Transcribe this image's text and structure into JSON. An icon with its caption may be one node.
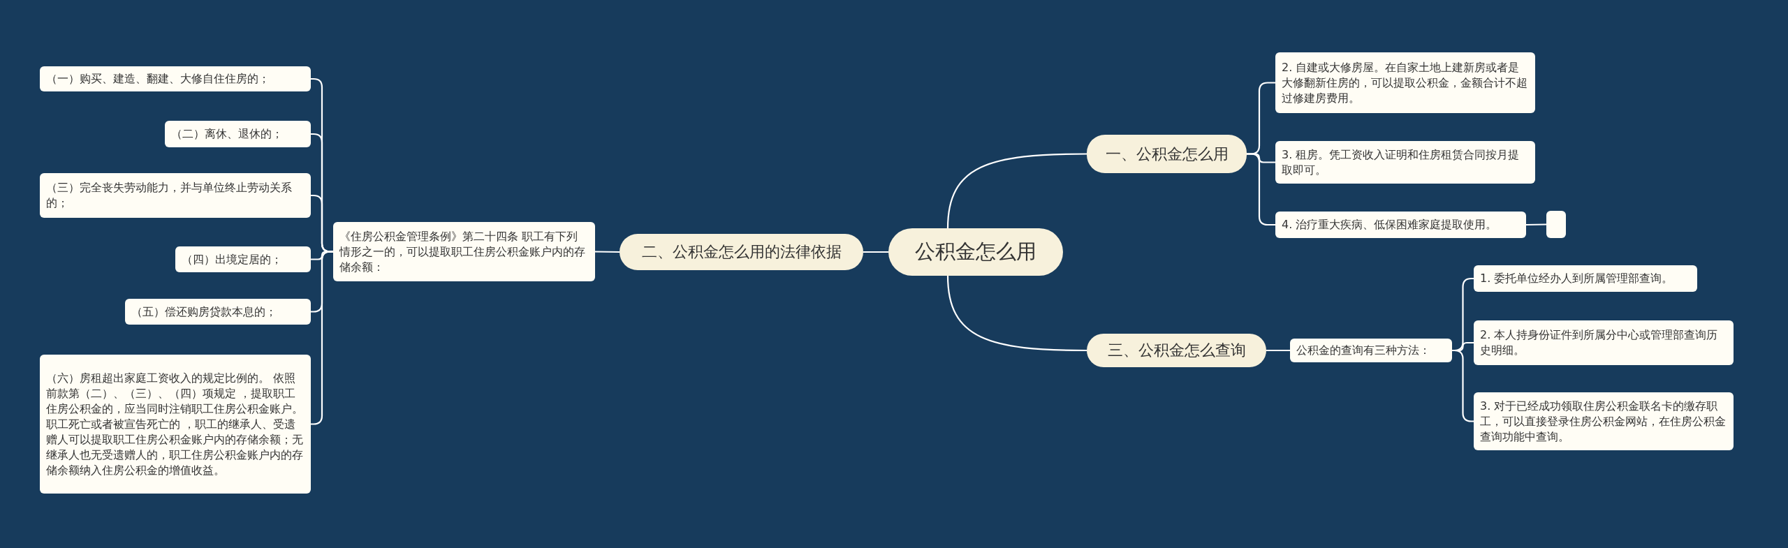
{
  "diagram": {
    "nodes": [
      {
        "text": [
          "公积金怎么用"
        ]
      },
      {
        "text": [
          "一、公积金怎么用"
        ]
      },
      {
        "text": [
          "2. 自建或大修房屋。在自家土地上建新房或者是大修翻新住房的，可以提取公积金，金额合计不超过修建房费用。"
        ]
      },
      {
        "text": [
          "3. 租房。凭工资收入证明和住房租赁合同按月提取即可。"
        ]
      },
      {
        "text": [
          "4. 治疗重大疾病、低保困难家庭提取使用。"
        ]
      },
      {
        "text": [],
        "shape": "box"
      },
      {
        "text": [
          "三、公积金怎么查询"
        ]
      },
      {
        "text": [
          "公积金的查询有三种方法："
        ]
      },
      {
        "text": [
          "1. 委托单位经办人到所属管理部查询。"
        ]
      },
      {
        "text": [
          "2. 本人持身份证件到所属分中心或管理部查询历史明细。"
        ]
      },
      {
        "text": [
          "3. 对于已经成功领取住房公积金联名卡的缴存职工，可以直接登录住房公积金网站，在住房公积金查询功能中查询。"
        ]
      },
      {
        "text": [
          "二、公积金怎么用的法律依据"
        ]
      },
      {
        "text": [
          "《住房公积金管理条例》第二十四条 职工有下列情形之一的，可以提取职工住房公积金账户内的存储余额："
        ]
      },
      {
        "text": [
          "（一）购买、建造、翻建、大修自住住房的；"
        ]
      },
      {
        "text": [
          "（二）离休、退休的；"
        ]
      },
      {
        "text": [
          "（三）完全丧失劳动能力，并与单位终止劳动关系的；"
        ]
      },
      {
        "text": [
          "（四）出境定居的；"
        ]
      },
      {
        "text": [
          "（五）偿还购房贷款本息的；"
        ]
      },
      {
        "text": [
          "（六）房租超出家庭工资收入的规定比例的。 依照前款第（二）、（三）、（四）项规定 ，提取职工住房公积金的，应当同时注销职工住房公积金账户。职工死亡或者被宣告死亡的 ，职工的继承人、受遗赠人可以提取职工住房公积金账户内的存储余额；无继承人也无受遗赠人的，职工住房公积金账户内的存储余额纳入住房公积金的增值收益。"
        ]
      }
    ],
    "edges": [
      {
        "from": 0,
        "to": 1,
        "arrow": "none"
      },
      {
        "from": 1,
        "to": 2,
        "arrow": "none"
      },
      {
        "from": 1,
        "to": 3,
        "arrow": "none"
      },
      {
        "from": 1,
        "to": 4,
        "arrow": "none"
      },
      {
        "from": 4,
        "to": 5,
        "arrow": "none"
      },
      {
        "from": 0,
        "to": 6,
        "arrow": "none"
      },
      {
        "from": 6,
        "to": 7,
        "arrow": "none"
      },
      {
        "from": 7,
        "to": 8,
        "arrow": "none"
      },
      {
        "from": 7,
        "to": 9,
        "arrow": "none"
      },
      {
        "from": 7,
        "to": 10,
        "arrow": "none"
      },
      {
        "from": 0,
        "to": 11,
        "arrow": "none"
      },
      {
        "from": 11,
        "to": 12,
        "arrow": "none"
      },
      {
        "from": 12,
        "to": 13,
        "arrow": "none"
      },
      {
        "from": 12,
        "to": 14,
        "arrow": "none"
      },
      {
        "from": 12,
        "to": 15,
        "arrow": "none"
      },
      {
        "from": 12,
        "to": 16,
        "arrow": "none"
      },
      {
        "from": 12,
        "to": 17,
        "arrow": "none"
      },
      {
        "from": 12,
        "to": 18,
        "arrow": "none"
      }
    ]
  }
}
